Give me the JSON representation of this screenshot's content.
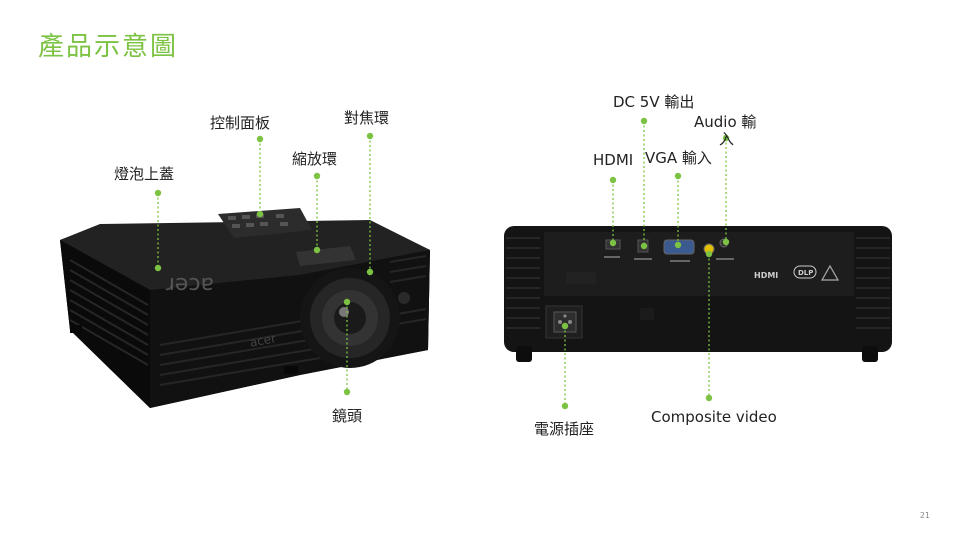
{
  "slide": {
    "title": "產品示意圖",
    "page_number": "21"
  },
  "front_labels": {
    "lamp_cover": "燈泡上蓋",
    "control_panel": "控制面板",
    "zoom_ring": "縮放環",
    "focus_ring": "對焦環",
    "lens": "鏡頭"
  },
  "rear_labels": {
    "dc_out": "DC 5V 輸出",
    "audio_in_line1": "Audio 輸",
    "audio_in_line2": "入",
    "hdmi": "HDMI",
    "vga_in": "VGA 輸入",
    "power_socket": "電源插座",
    "composite_video": "Composite video"
  },
  "device": {
    "front_brand": "acer",
    "rear_logos": [
      "HDMI",
      "DLP"
    ]
  },
  "colors": {
    "accent": "#7cc243",
    "body": "#151515"
  }
}
